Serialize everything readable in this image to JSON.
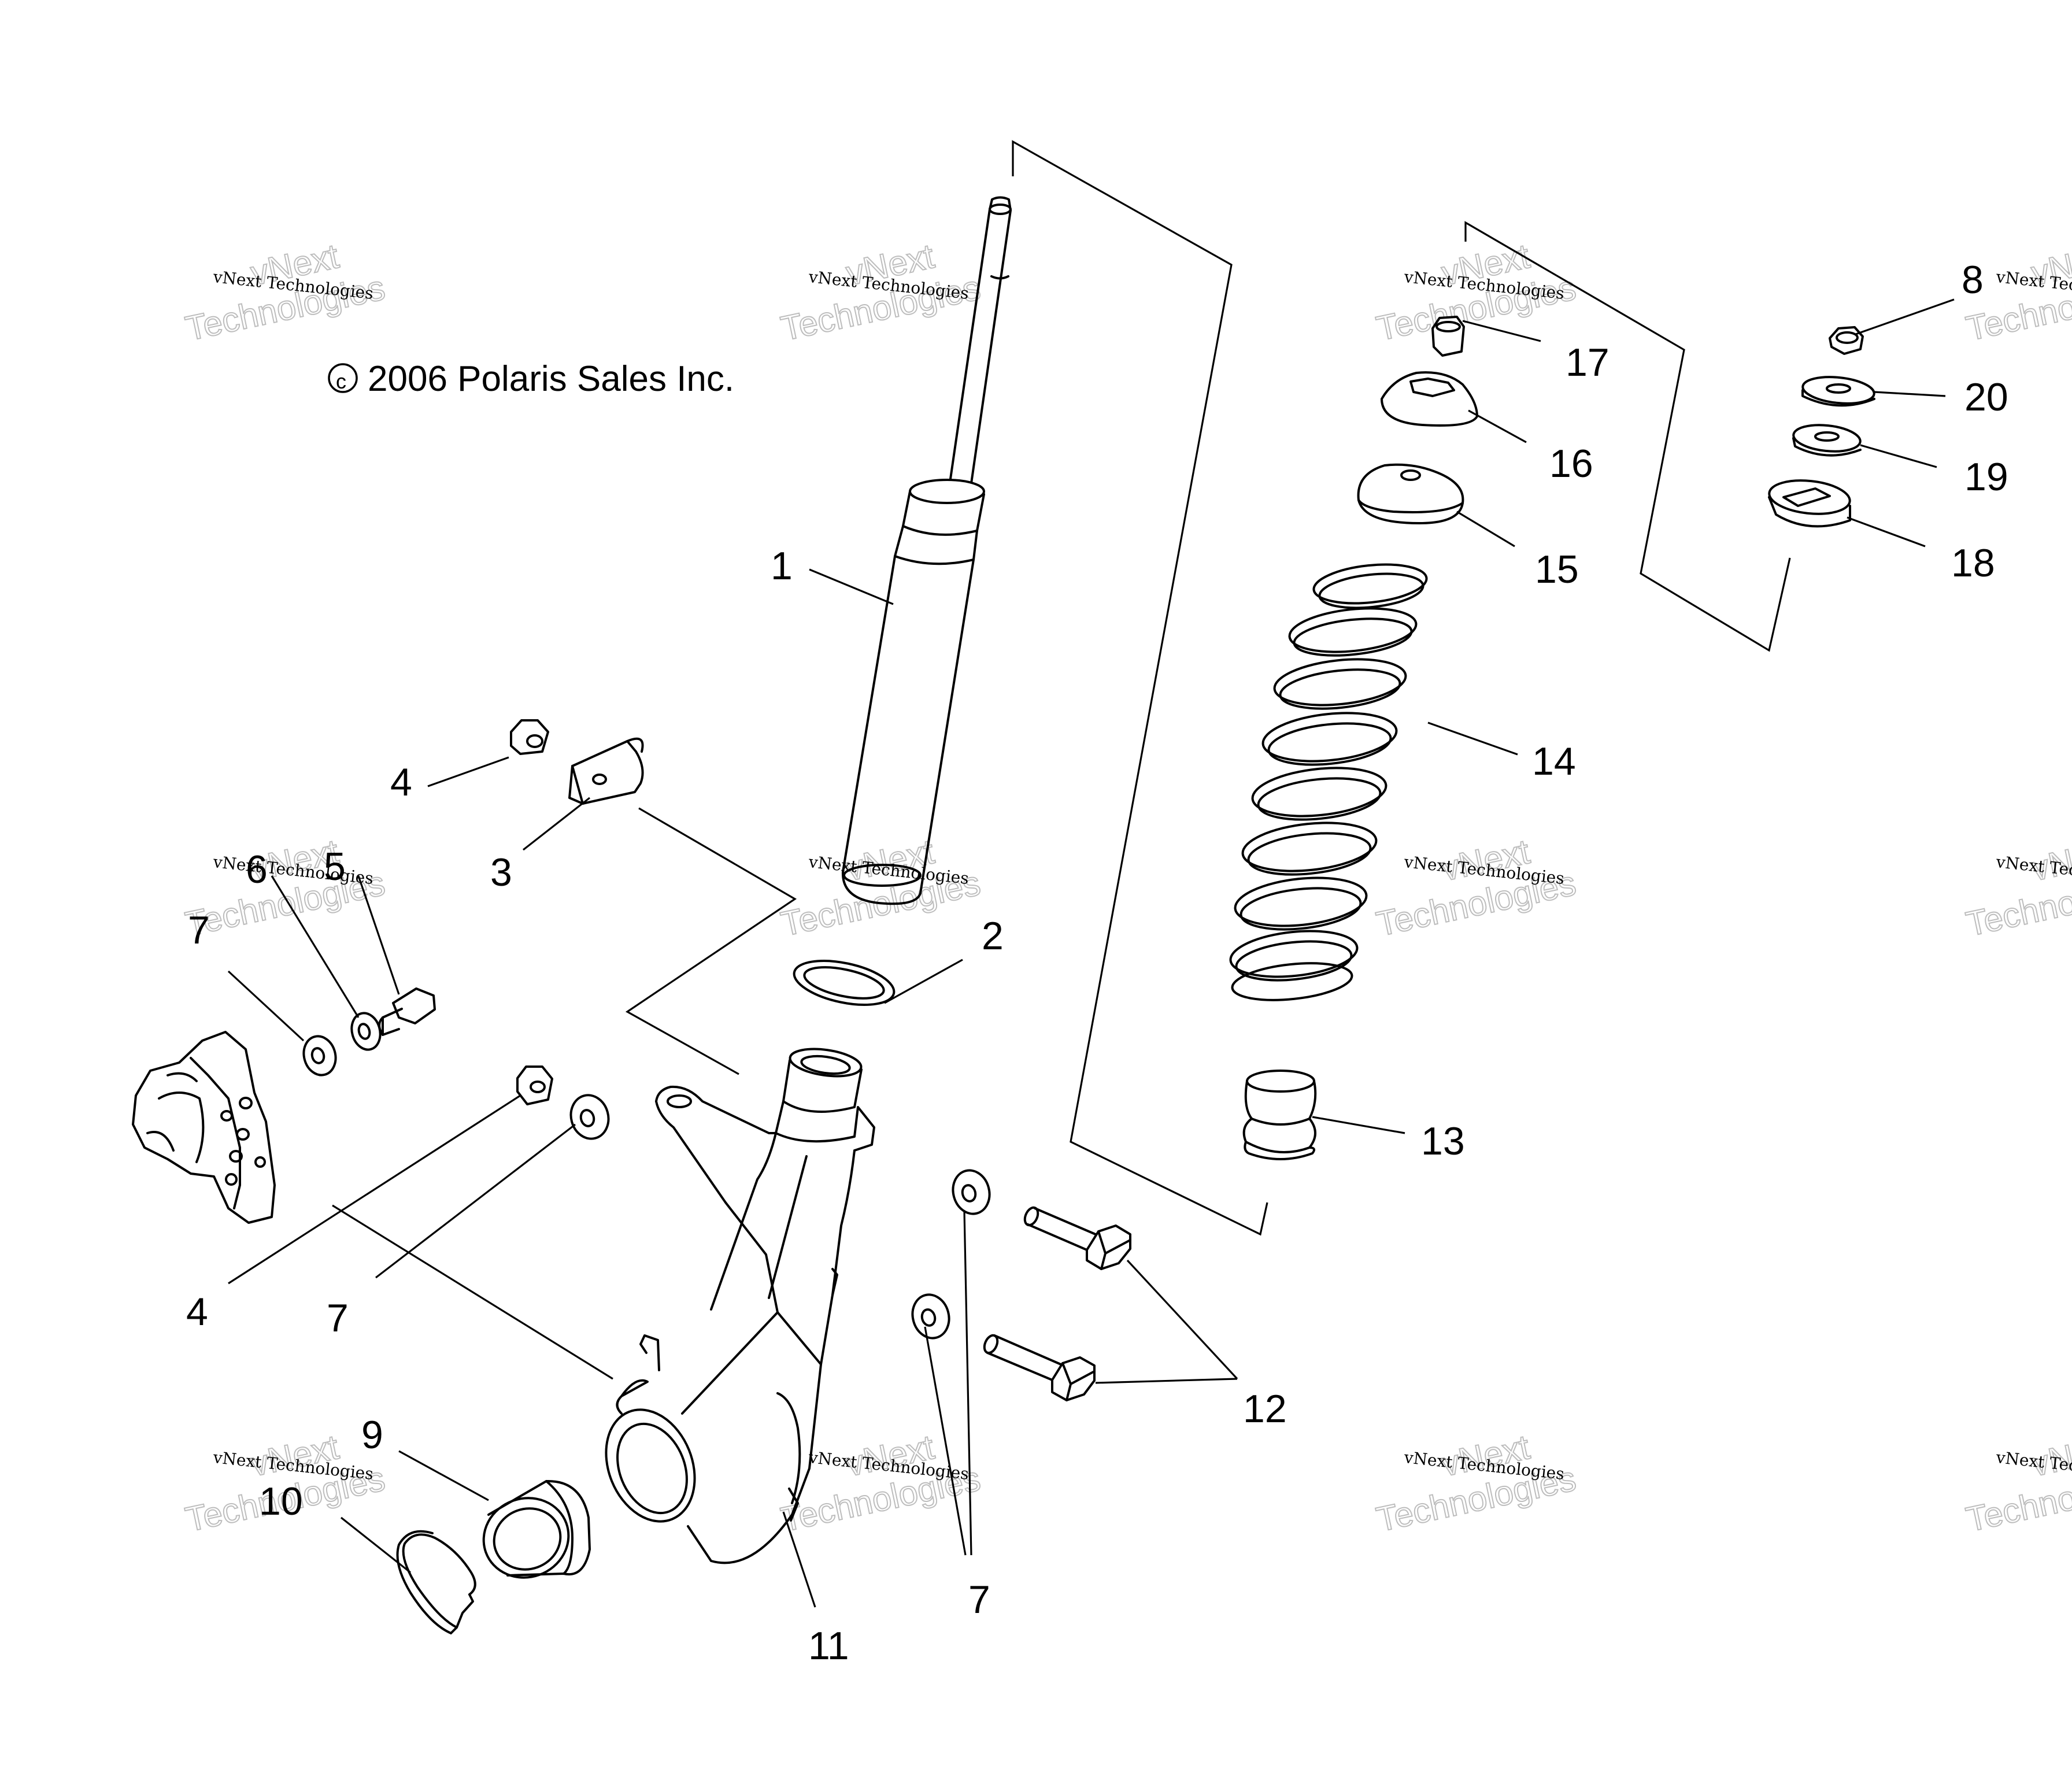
{
  "copyright": "2006 Polaris Sales Inc.",
  "watermark": {
    "brand": "vNext",
    "company": "vNext Technologies",
    "word": "Technologies"
  },
  "callouts": {
    "p1": "1",
    "p2": "2",
    "p3": "3",
    "p4a": "4",
    "p4b": "4",
    "p5": "5",
    "p6": "6",
    "p7a": "7",
    "p7b": "7",
    "p7c": "7",
    "p8": "8",
    "p9": "9",
    "p10": "10",
    "p11": "11",
    "p12": "12",
    "p13": "13",
    "p14": "14",
    "p15": "15",
    "p16": "16",
    "p17": "17",
    "p18": "18",
    "p19": "19",
    "p20": "20"
  }
}
